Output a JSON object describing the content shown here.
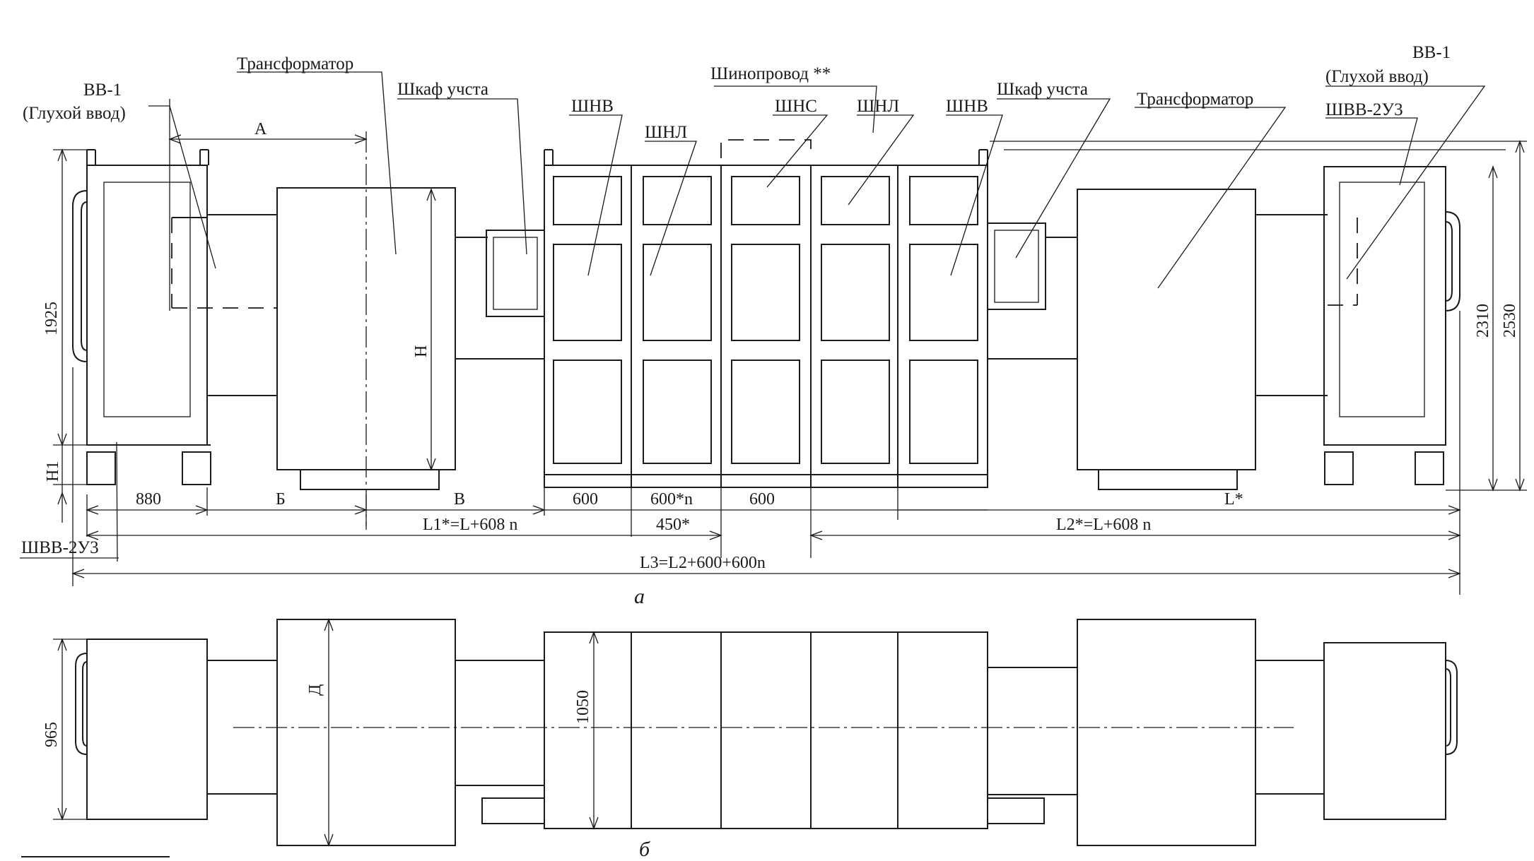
{
  "labels": {
    "vv1_left": "ВВ-1",
    "glukhoy_left": "(Глухой ввод)",
    "transformer_left": "Трансформатор",
    "shkaf_left": "Шкаф учста",
    "shnv_left": "ШНВ",
    "shnl_left": "ШНЛ",
    "shinoprovod": "Шинопровод **",
    "shns": "ШНС",
    "shnl_right": "ШНЛ",
    "shnv_right": "ШНВ",
    "shkaf_right": "Шкаф учста",
    "transformer_right": "Трансформатор",
    "vv1_right": "ВВ-1",
    "glukhoy_right": "(Глухой ввод)",
    "shvv_right": "ШВВ-2У3",
    "shvv_left": "ШВВ-2У3"
  },
  "dimensions": {
    "A": "А",
    "H": "Н",
    "H1": "Н1",
    "d1925": "1925",
    "d2310": "2310",
    "d2530": "2530",
    "d880": "880",
    "B_cyr": "Б",
    "V_cyr": "В",
    "d600_a": "600",
    "d600n": "600*n",
    "d600_b": "600",
    "L_star": "L*",
    "L1": "L1*=L+608 n",
    "d450": "450*",
    "L2": "L2*=L+608 n",
    "L3": "L3=L2+600+600n",
    "d965": "965",
    "D_cyr": "Д",
    "d1050": "1050"
  },
  "captions": {
    "a": "а",
    "b": "б"
  },
  "colors": {
    "ink": "#1a1a1a",
    "paper": "#ffffff"
  }
}
